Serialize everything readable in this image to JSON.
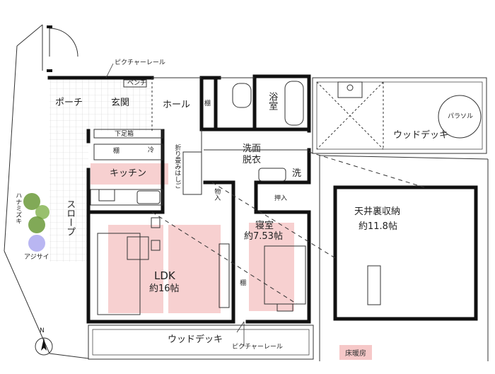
{
  "rooms": {
    "porch": "ポーチ",
    "entrance": "玄関",
    "hall": "ホール",
    "shelf_hall": "棚",
    "bath": "浴室",
    "washroom": "洗面\n脱衣",
    "wash": "洗",
    "kitchen": "キッチン",
    "shelf_kitchen": "棚",
    "fridge": "冷",
    "shoe_box": "下足箱",
    "folding_ladder": "折り畳みはしご",
    "storage": "物入",
    "closet": "押入",
    "bedroom_name": "寝室",
    "bedroom_size": "約7.53帖",
    "ldk_name": "LDK",
    "ldk_size": "約16帖",
    "shelf_ldk": "棚",
    "slope": "スロープ",
    "attic_name": "天井裏収納",
    "attic_size": "約11.8帖"
  },
  "outdoor": {
    "wood_deck_upper": "ウッドデッキ",
    "wood_deck_lower": "ウッドデッキ",
    "parasol": "パラソル",
    "bench": "ベンチ",
    "picture_rail_top": "ピクチャーレール",
    "picture_rail_bottom": "ピクチャーレール",
    "plant_hanamizuki": "ハナミズキ",
    "plant_ajisai": "アジサイ"
  },
  "compass": "N",
  "legend": {
    "floor_heating": "床暖房",
    "color": "#f6c8c8"
  }
}
